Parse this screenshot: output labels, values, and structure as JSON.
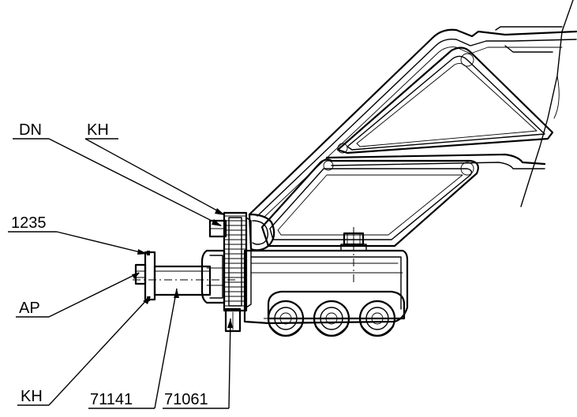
{
  "labels": {
    "dn": "DN",
    "kh_top": "KH",
    "l1235": "1235",
    "ap": "AP",
    "kh_bottom": "KH",
    "l71141": "71141",
    "l71061": "71061"
  }
}
